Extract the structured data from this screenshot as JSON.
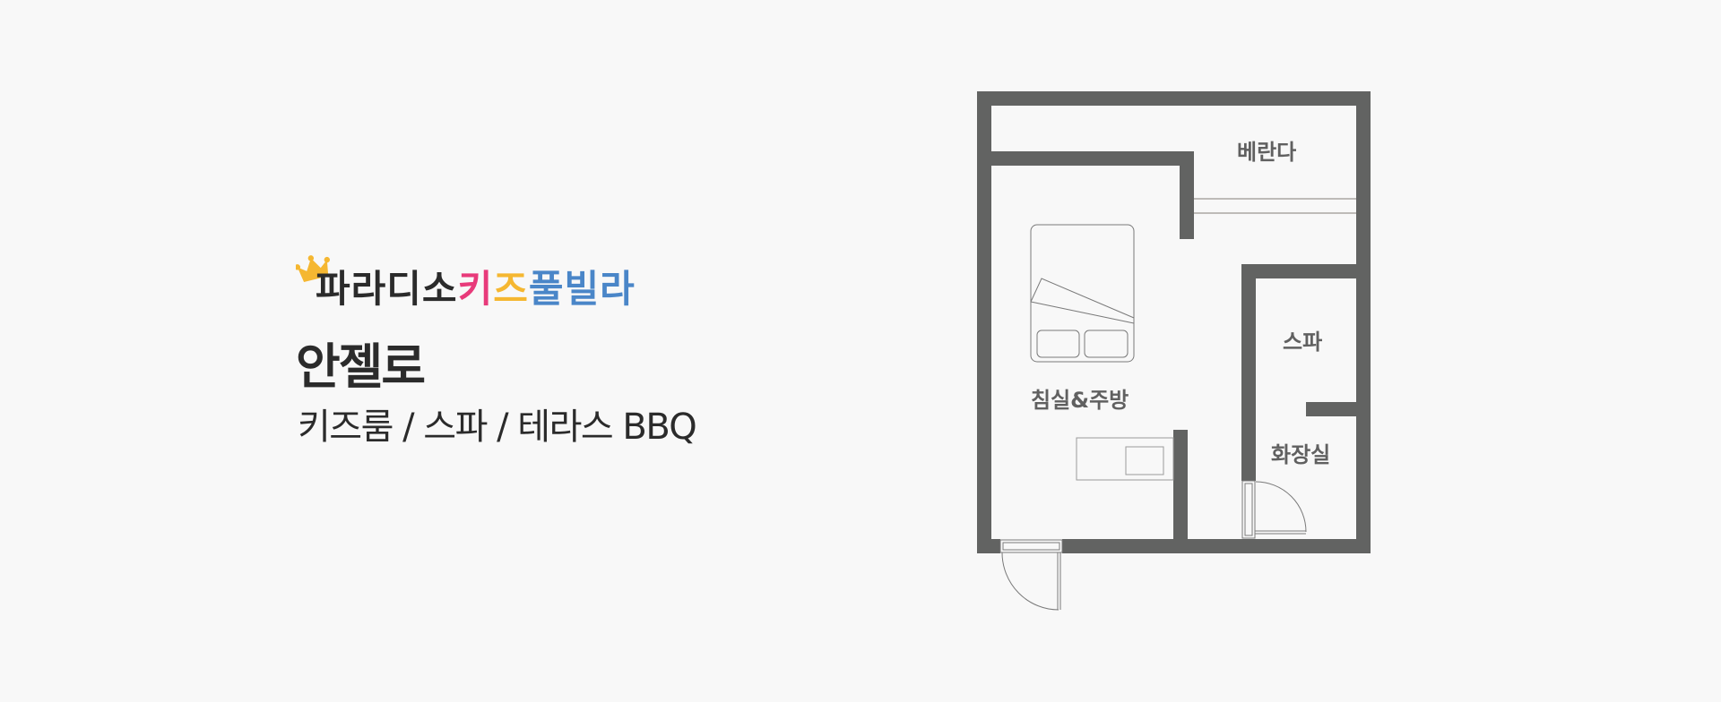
{
  "brand": {
    "name_dark": "파라디소",
    "name_pink": "키",
    "name_yellow": "즈",
    "name_blue": "풀빌라",
    "colors": {
      "dark": "#2B2B2B",
      "pink": "#E83A7A",
      "yellow": "#F5B731",
      "blue": "#4A86C8",
      "crown": "#F5B731"
    },
    "icon": "crown-icon"
  },
  "room": {
    "title": "안젤로",
    "features": "키즈룸 / 스파 / 테라스 BBQ"
  },
  "floor_plan": {
    "wall_color": "#626362",
    "background": "#F8F8F8",
    "rooms": [
      {
        "id": "veranda",
        "label": "베란다"
      },
      {
        "id": "bedroom-kitchen",
        "label": "침실&주방"
      },
      {
        "id": "spa",
        "label": "스파"
      },
      {
        "id": "bathroom",
        "label": "화장실"
      }
    ],
    "fixtures": [
      "bed-icon",
      "kitchen-counter-icon",
      "sink-icon",
      "entrance-door-icon",
      "bathroom-door-icon",
      "sliding-window-icon"
    ]
  }
}
